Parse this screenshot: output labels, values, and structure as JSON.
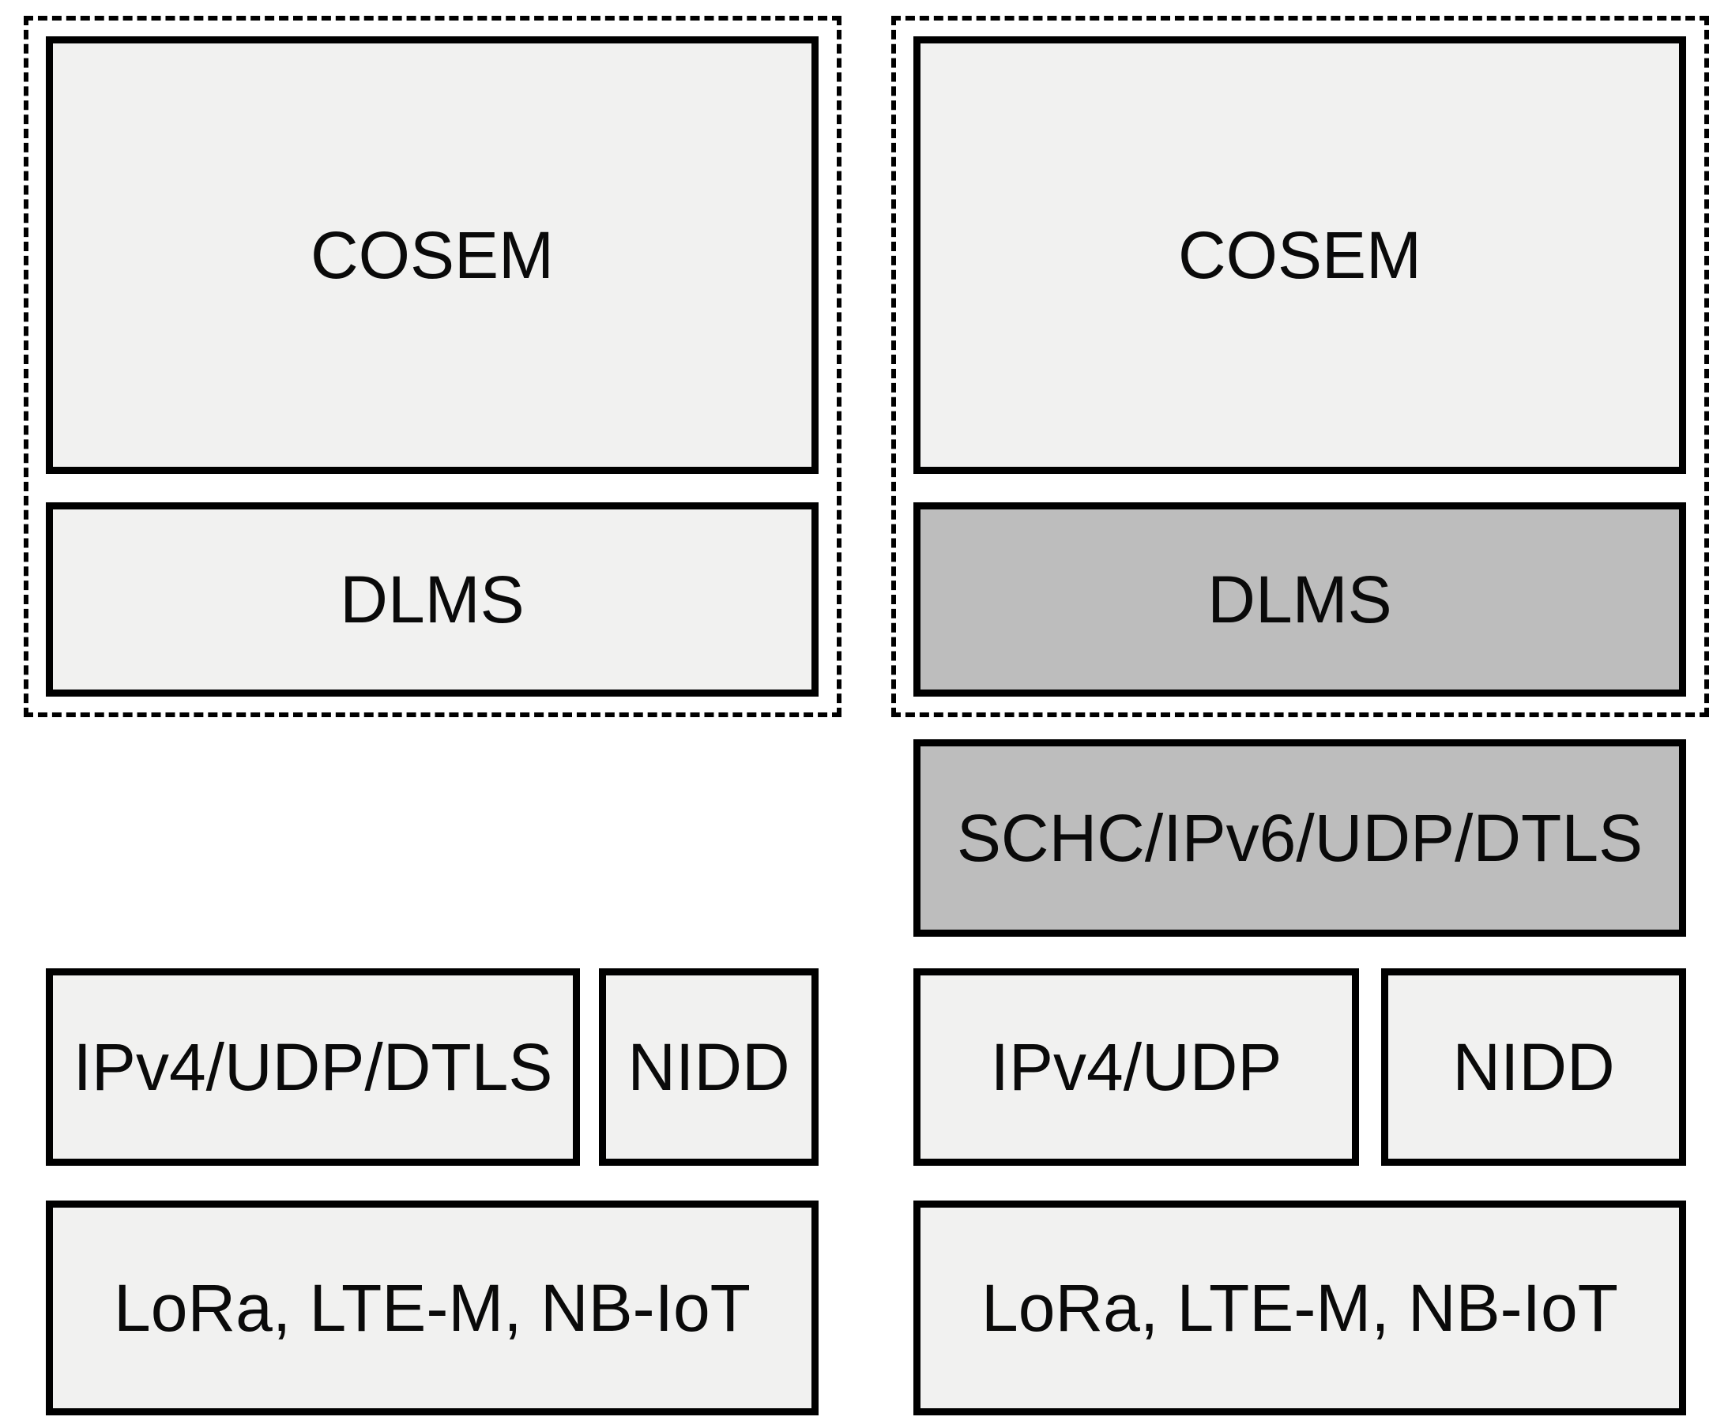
{
  "diagram": {
    "type": "protocol-stack-diagram",
    "colors": {
      "box_fill_light": "#f1f1f0",
      "box_fill_dark": "#bdbdbd",
      "border": "#000000",
      "text": "#0a0a0a",
      "background": "#ffffff"
    },
    "left_stack": {
      "application_group": {
        "cosem_label": "COSEM",
        "dlms_label": "DLMS"
      },
      "transport_label": "IPv4/UDP/DTLS",
      "nidd_label": "NIDD",
      "phy_label": "LoRa, LTE-M, NB-IoT"
    },
    "right_stack": {
      "application_group": {
        "cosem_label": "COSEM",
        "dlms_label": "DLMS"
      },
      "adaptation_label": "SCHC/IPv6/UDP/DTLS",
      "transport_label": "IPv4/UDP",
      "nidd_label": "NIDD",
      "phy_label": "LoRa, LTE-M, NB-IoT"
    }
  }
}
